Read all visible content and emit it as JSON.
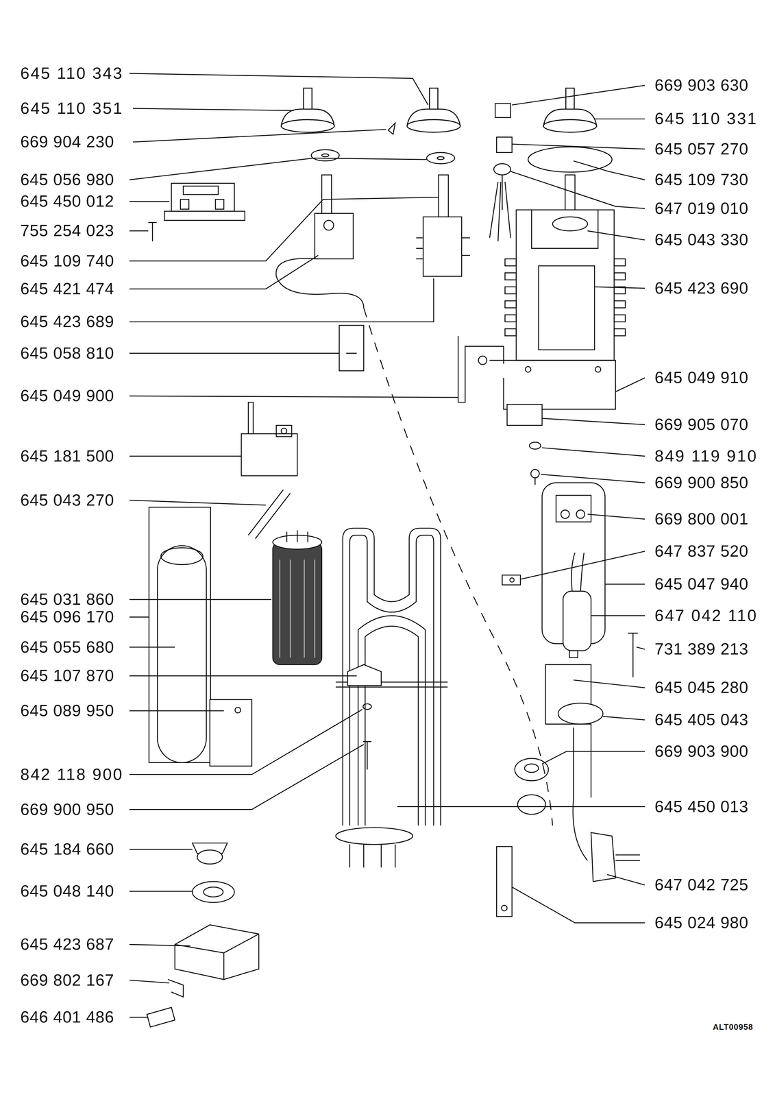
{
  "diagram": {
    "labels": [
      "645 110 343",
      "645 110 351",
      "669 904 230",
      "645 056 980",
      "645 450 012",
      "755 254 023",
      "645 109 740",
      "645 421 474",
      "645 423 689",
      "645 058 810",
      "645 049 900",
      "645 181 500",
      "645 043 270",
      "645 031 860",
      "645 096 170",
      "645 055 680",
      "645 107 870",
      "645 089 950",
      "842 118 900",
      "669 900 950",
      "645 184 660",
      "645 048 140",
      "645 423 687",
      "669 802 167",
      "646 401 486",
      "669 903 630",
      "645 110 331",
      "645 057 270",
      "645 109 730",
      "647 019 010",
      "645 043 330",
      "645 423 690",
      "645 049 910",
      "669 905 070",
      "849 119 910",
      "669 900 850",
      "669 800 001",
      "647 837 520",
      "645 047 940",
      "647 042 110",
      "731 389 213",
      "645 045 280",
      "645 405 043",
      "669 903 900",
      "645 450 013",
      "647 042 725",
      "645 024 980",
      "ALT00958"
    ]
  }
}
